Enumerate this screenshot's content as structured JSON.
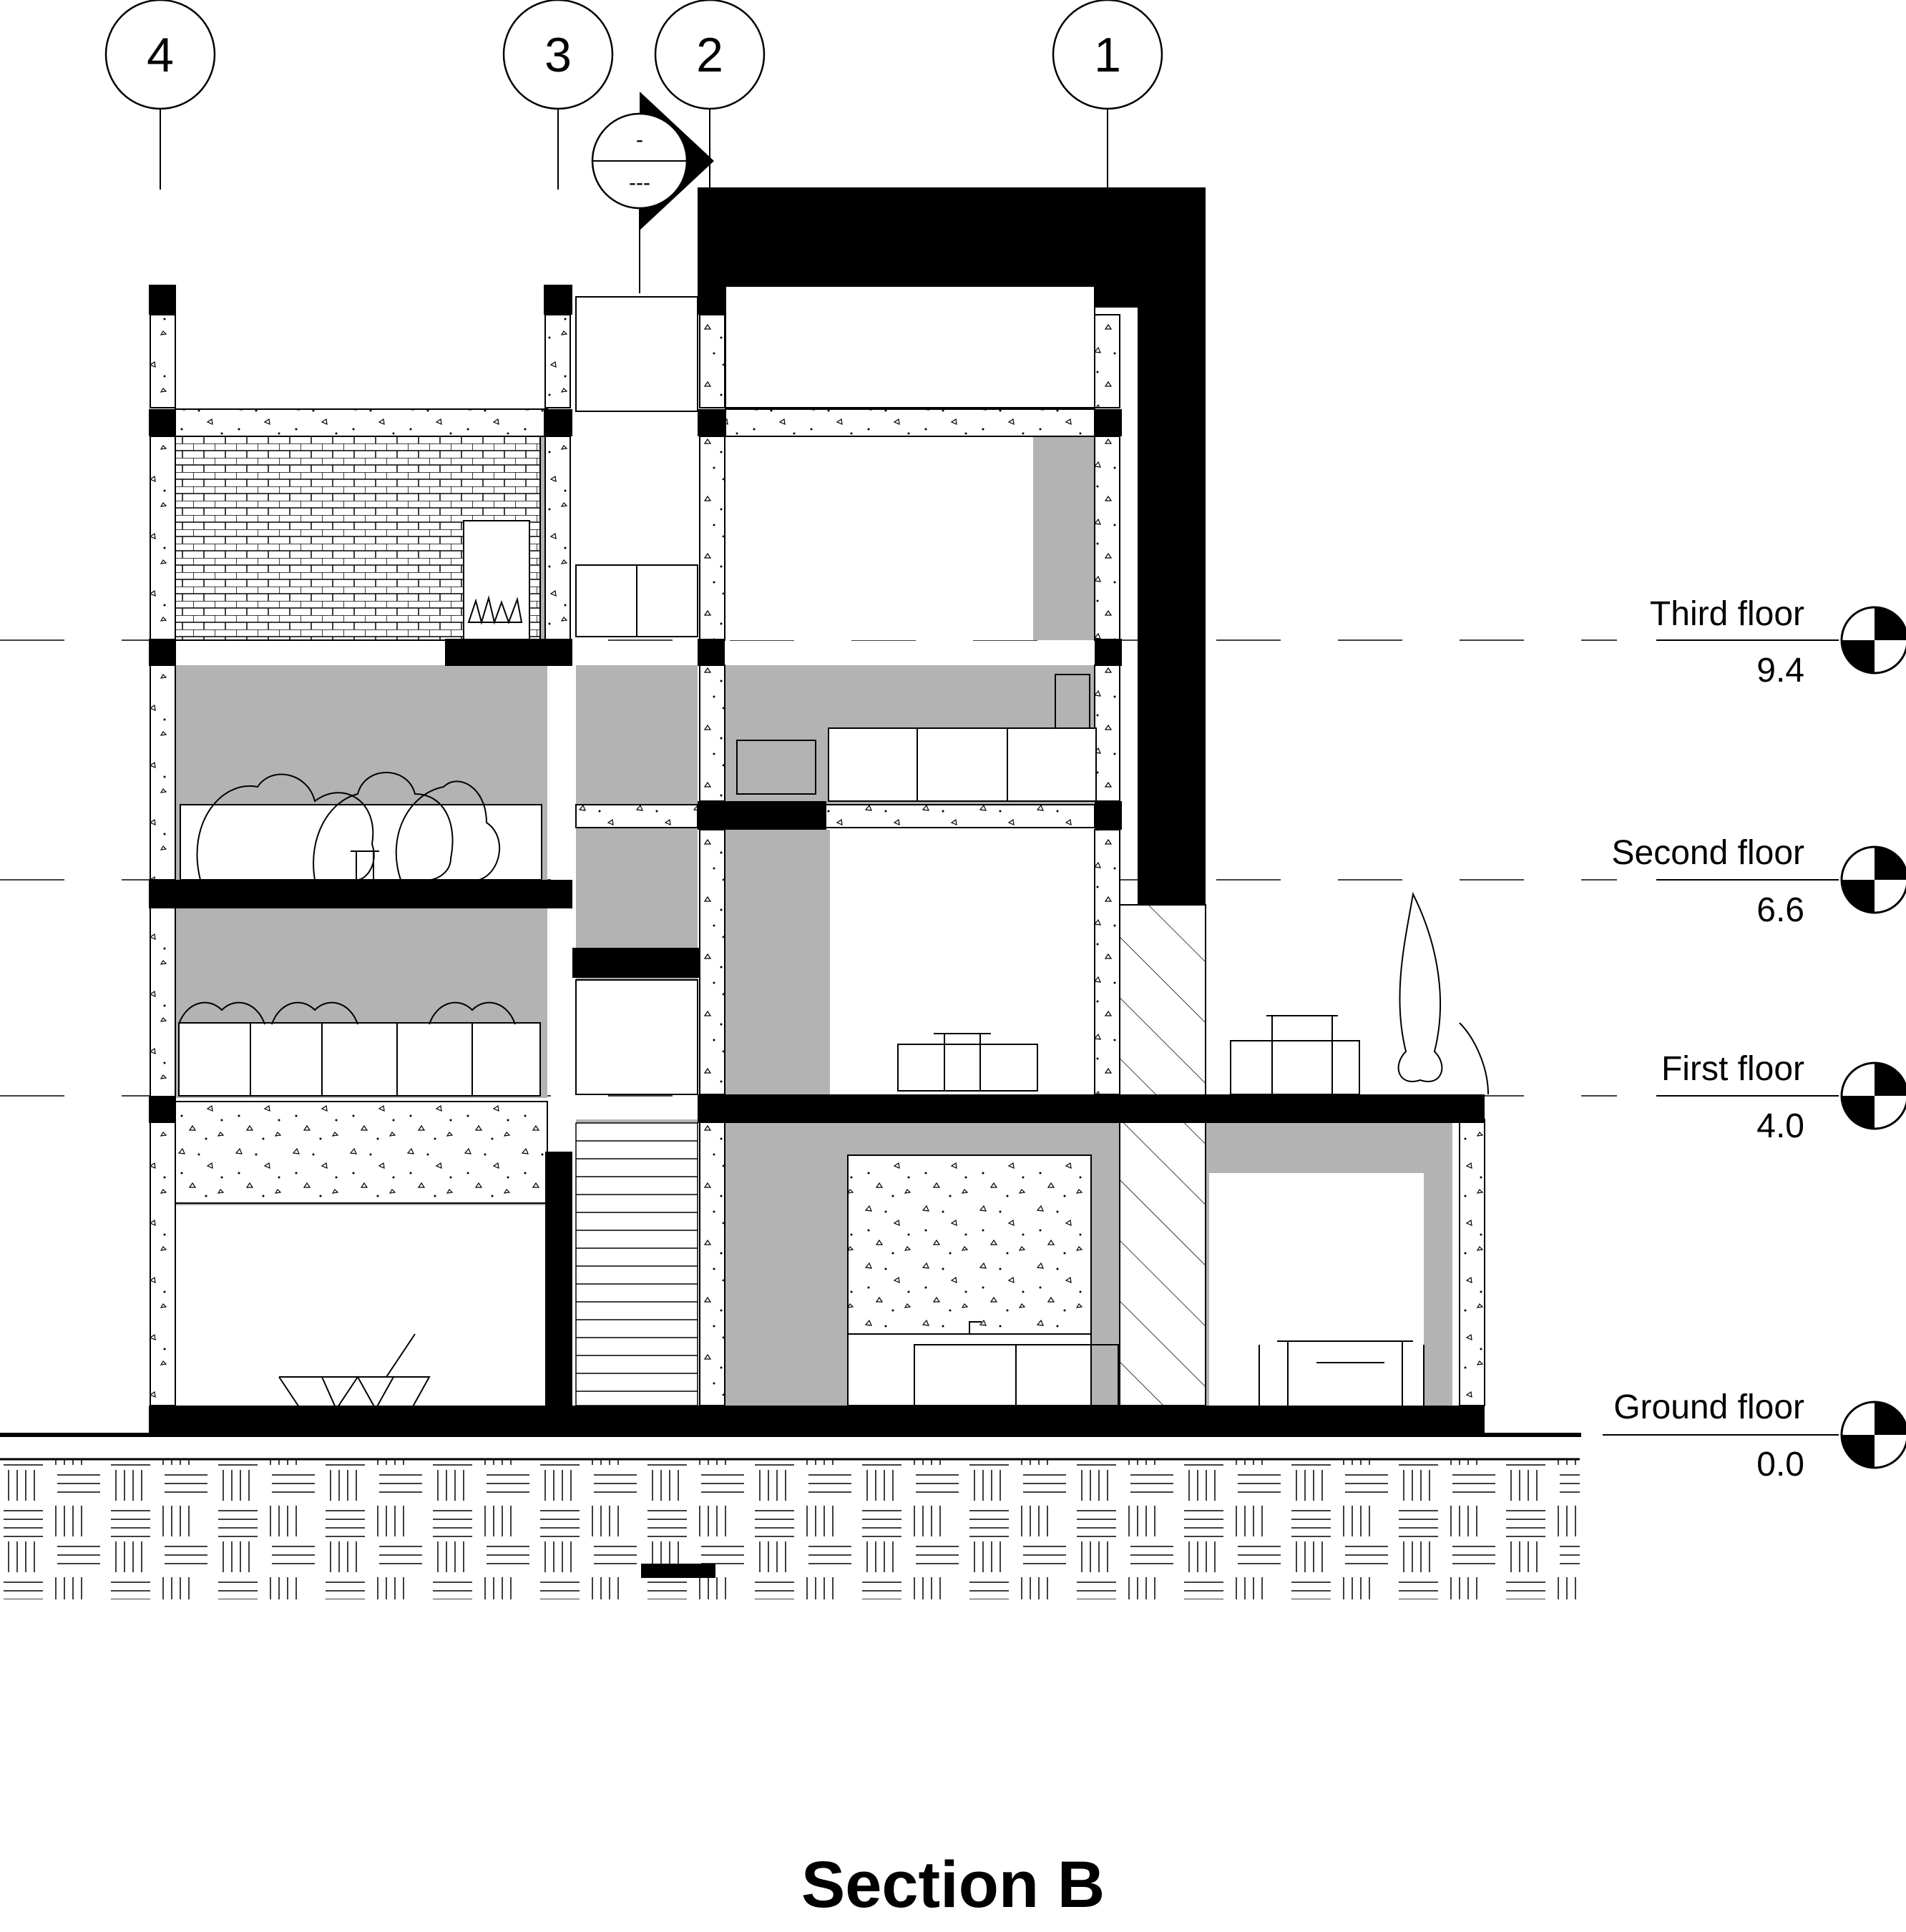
{
  "drawing": {
    "title": "Section B",
    "grid_axes": [
      {
        "label": "4"
      },
      {
        "label": "3"
      },
      {
        "label": "2"
      },
      {
        "label": "1"
      }
    ],
    "levels": [
      {
        "name": "Third floor",
        "elevation": "9.4"
      },
      {
        "name": "Second floor",
        "elevation": "6.6"
      },
      {
        "name": "First floor",
        "elevation": "4.0"
      },
      {
        "name": "Ground floor",
        "elevation": "0.0"
      }
    ],
    "section_marker": {
      "top_text": "-",
      "bottom_text": "---"
    },
    "colors": {
      "line": "#000000",
      "shade": "#b3b3b3",
      "solid": "#000000",
      "background": "#ffffff"
    }
  }
}
